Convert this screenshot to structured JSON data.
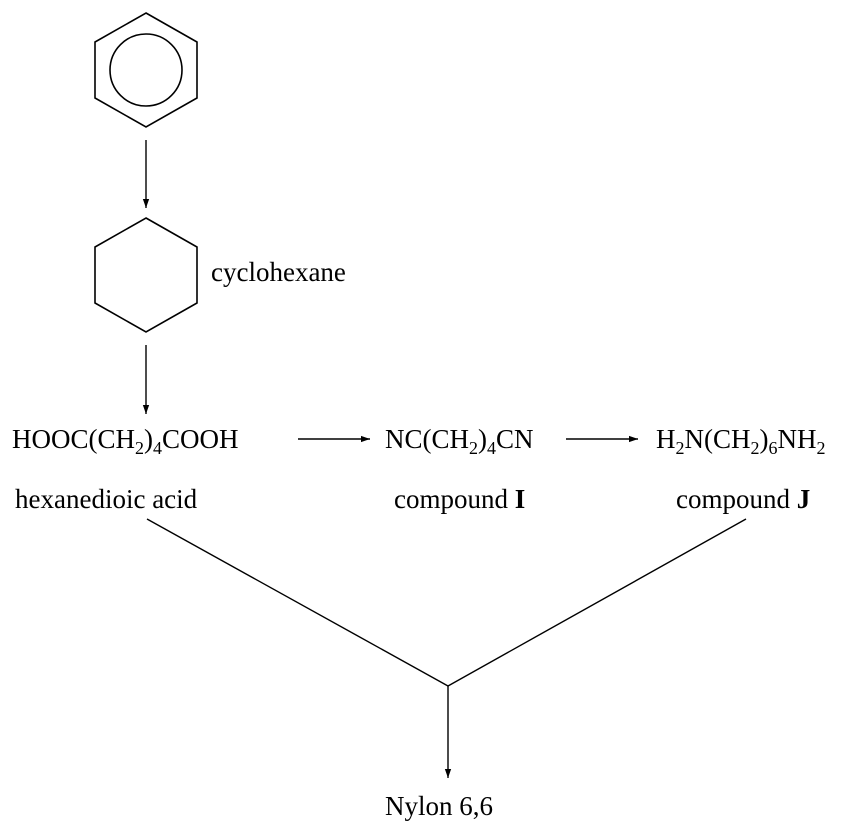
{
  "labels": {
    "cyclohexane": "cyclohexane",
    "acid_name": "hexanedioic acid",
    "compound_i_prefix": "compound ",
    "compound_i_letter": "I",
    "compound_j_prefix": "compound ",
    "compound_j_letter": "J",
    "nylon": "Nylon 6,6"
  },
  "formulas": {
    "acid": {
      "part1": "HOOC(CH",
      "sub1": "2",
      "part2": ")",
      "sub2": "4",
      "part3": "COOH"
    },
    "compound_i": {
      "part1": "NC(CH",
      "sub1": "2",
      "part2": ")",
      "sub2": "4",
      "part3": "CN"
    },
    "compound_j": {
      "part1": "H",
      "sub1": "2",
      "part2": "N(CH",
      "sub2": "2",
      "part3": ")",
      "sub3": "6",
      "part4": "NH",
      "sub4": "2"
    }
  },
  "colors": {
    "ink": "#000000",
    "background": "#ffffff"
  }
}
